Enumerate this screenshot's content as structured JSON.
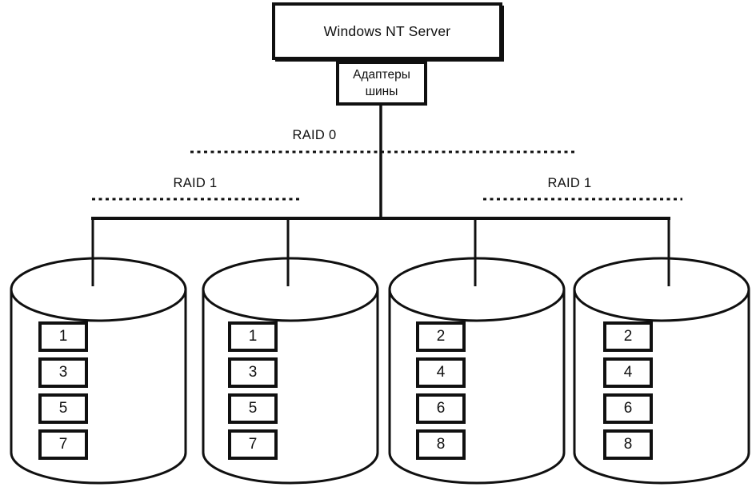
{
  "diagram": {
    "server_label": "Windows NT Server",
    "adapter_line1": "Адаптеры",
    "adapter_line2": "шины",
    "raid0_label": "RAID 0",
    "raid1_left_label": "RAID 1",
    "raid1_right_label": "RAID 1"
  },
  "disks": [
    {
      "name": "disk-1",
      "raid_group": "RAID 1 (left)",
      "blocks": [
        "1",
        "3",
        "5",
        "7"
      ]
    },
    {
      "name": "disk-2",
      "raid_group": "RAID 1 (left)",
      "blocks": [
        "1",
        "3",
        "5",
        "7"
      ]
    },
    {
      "name": "disk-3",
      "raid_group": "RAID 1 (right)",
      "blocks": [
        "2",
        "4",
        "6",
        "8"
      ]
    },
    {
      "name": "disk-4",
      "raid_group": "RAID 1 (right)",
      "blocks": [
        "2",
        "4",
        "6",
        "8"
      ]
    }
  ],
  "colors": {
    "ink": "#101010",
    "paper": "#ffffff"
  }
}
